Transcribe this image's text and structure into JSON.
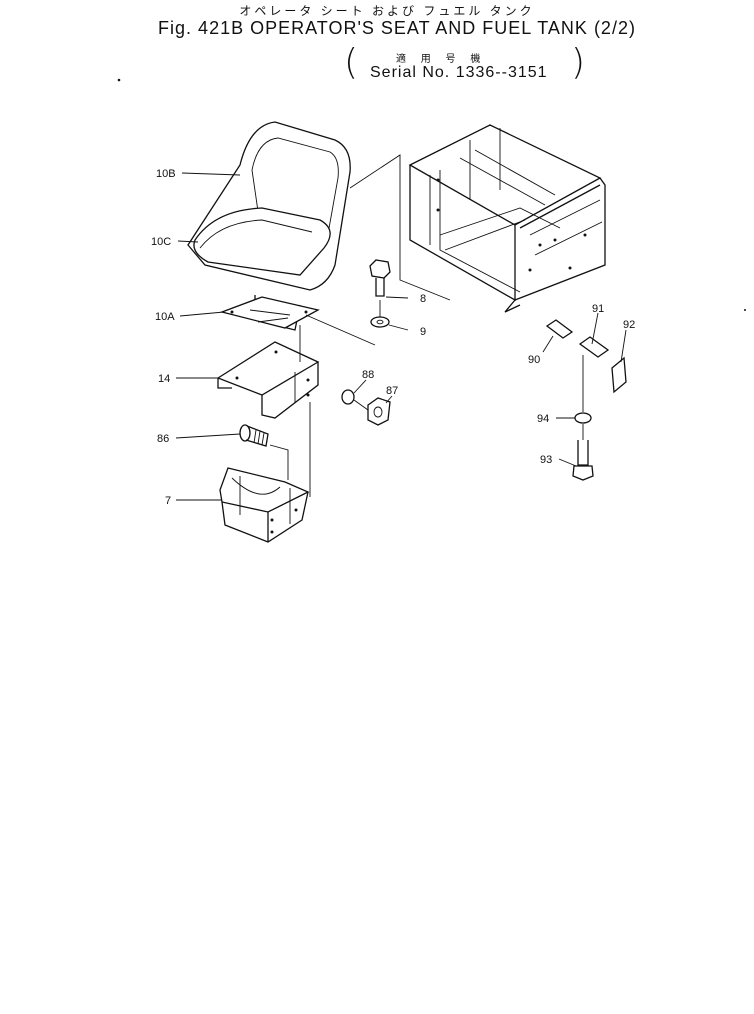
{
  "header": {
    "kana_title": "オペレータ シート および フュエル タンク",
    "title": "Fig. 421B OPERATOR'S SEAT AND FUEL TANK (2/2)",
    "applicability": "適 用 号 機",
    "serial": "Serial No. 1336--3151"
  },
  "callouts": [
    {
      "id": "10B",
      "label": "10B"
    },
    {
      "id": "10C",
      "label": "10C"
    },
    {
      "id": "10A",
      "label": "10A"
    },
    {
      "id": "14",
      "label": "14"
    },
    {
      "id": "86",
      "label": "86"
    },
    {
      "id": "7",
      "label": "7"
    },
    {
      "id": "8",
      "label": "8"
    },
    {
      "id": "9",
      "label": "9"
    },
    {
      "id": "88",
      "label": "88"
    },
    {
      "id": "87",
      "label": "87"
    },
    {
      "id": "90",
      "label": "90"
    },
    {
      "id": "91",
      "label": "91"
    },
    {
      "id": "92",
      "label": "92"
    },
    {
      "id": "94",
      "label": "94"
    },
    {
      "id": "93",
      "label": "93"
    }
  ]
}
